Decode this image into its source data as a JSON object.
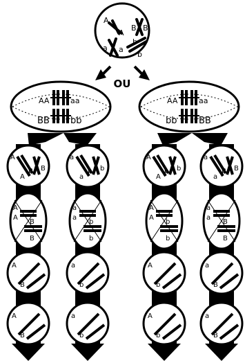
{
  "center_label": "OU",
  "top_cell": {
    "labels": [
      "A",
      "A",
      "B",
      "B",
      "a",
      "a",
      "b",
      "b"
    ]
  },
  "metaphase1": {
    "left": {
      "top_left": "AA",
      "top_right": "aa",
      "bottom_left": "BB",
      "bottom_right": "bb"
    },
    "right": {
      "top_left": "AA",
      "top_right": "aa",
      "bottom_left": "bb",
      "bottom_right": "BB"
    }
  },
  "columns": [
    {
      "cell1": [
        "A",
        "A",
        "B",
        "B"
      ],
      "cell2": [
        "A",
        "A",
        "B",
        "B"
      ],
      "cell3": [
        "A",
        "B"
      ],
      "cell4": [
        "A",
        "B"
      ]
    },
    {
      "cell1": [
        "a",
        "a",
        "b",
        "b"
      ],
      "cell2": [
        "a",
        "a",
        "b",
        "b"
      ],
      "cell3": [
        "a",
        "b"
      ],
      "cell4": [
        "a",
        "b"
      ]
    },
    {
      "cell1": [
        "A",
        "A",
        "b",
        "b"
      ],
      "cell2": [
        "A",
        "A",
        "b",
        "b"
      ],
      "cell3": [
        "A",
        "b"
      ],
      "cell4": [
        "A",
        "b"
      ]
    },
    {
      "cell1": [
        "a",
        "a",
        "B",
        "B"
      ],
      "cell2": [
        "a",
        "a",
        "B",
        "B"
      ],
      "cell3": [
        "a",
        "B"
      ],
      "cell4": [
        "a",
        "B"
      ]
    }
  ]
}
